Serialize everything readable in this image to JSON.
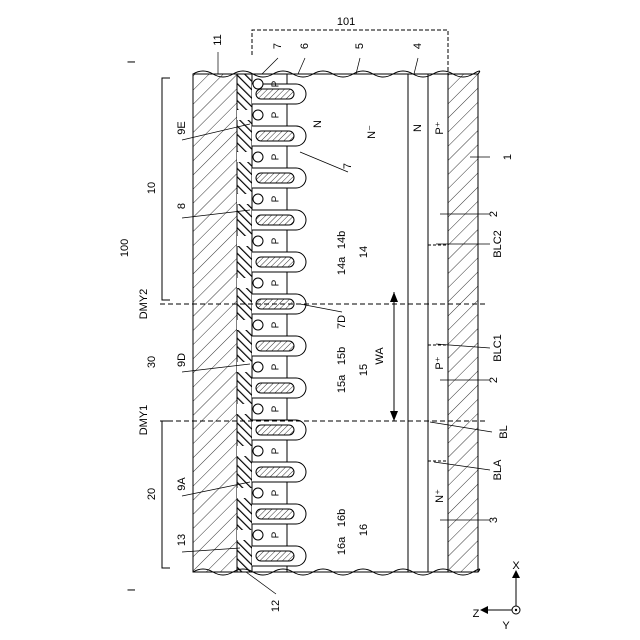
{
  "figure": {
    "ref_main": "100",
    "section_labels": [
      "I",
      "I"
    ],
    "layers": {
      "emitter_electrode": "11",
      "insulator": "12",
      "trench_insulator": "13",
      "p_base_label": "P",
      "n_layer": "6",
      "n_layer_text": "N",
      "drift": "5",
      "drift_text": "N⁻",
      "buffer": "4",
      "buffer_text": "N",
      "collector": "P⁺",
      "collector_text": "P⁺",
      "collector_electrode": "1",
      "p_plus_region": "2",
      "n_plus_region": "3",
      "n_plus_text": "N⁺",
      "p_plus_mid_text": "P⁺",
      "base_ref": "7",
      "ref_101": "101"
    },
    "regions": {
      "r10": "10",
      "r20": "20",
      "r30": "30",
      "dmy1": "DMY1",
      "dmy2": "DMY2",
      "wa": "WA",
      "bl": "BL",
      "bla": "BLA",
      "blc1": "BLC1",
      "blc2": "BLC2"
    },
    "trench_labels": {
      "t9e": "9E",
      "t9d": "9D",
      "t9a": "9A",
      "t8": "8",
      "t7d": "7D",
      "t14a": "14a",
      "t14b": "14b",
      "t14": "14",
      "t15a": "15a",
      "t15b": "15b",
      "t15": "15",
      "t16a": "16a",
      "t16b": "16b",
      "t16": "16"
    },
    "axes": {
      "x": "X",
      "y": "Y",
      "z": "Z"
    }
  }
}
